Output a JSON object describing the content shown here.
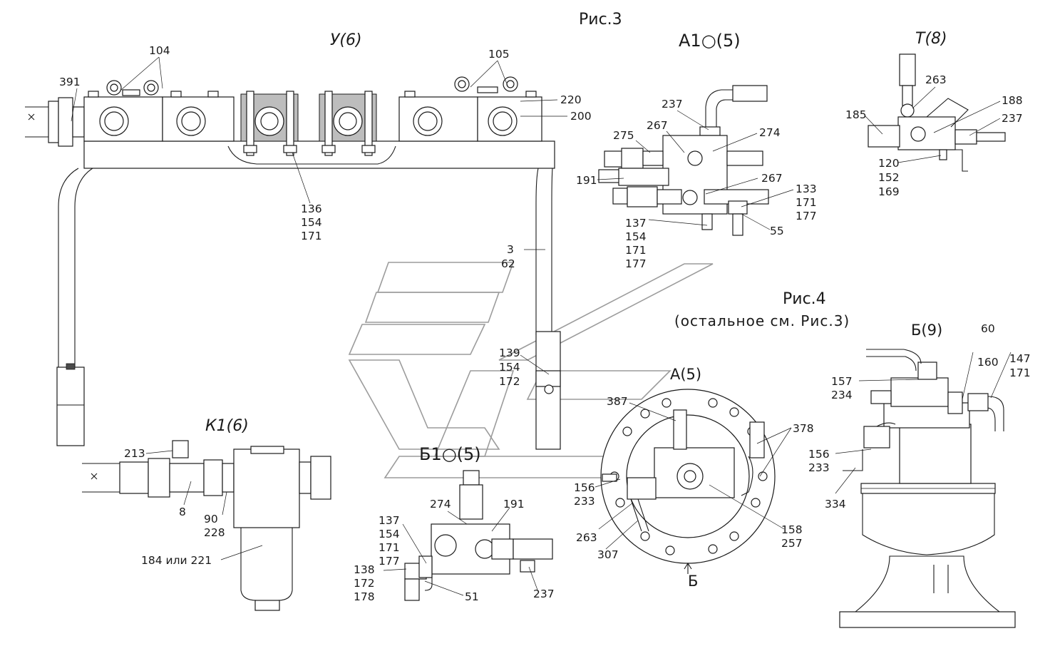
{
  "figure_titles": {
    "fig3": "Рис.3",
    "fig4": "Рис.4",
    "fig4_note": "(остальное см. Рис.3)"
  },
  "views": {
    "u6": "У(6)",
    "a1_5": "А1○(5)",
    "t8": "Т(8)",
    "k1_6": "К1(6)",
    "b1_5": "Б1○(5)",
    "a5": "А(5)",
    "b9": "Б(9)",
    "arrow_b": "Б"
  },
  "callouts": {
    "c391": "391",
    "c104": "104",
    "c105": "105",
    "c220": "220",
    "c200": "200",
    "c136": "136",
    "c154a": "154",
    "c171a": "171",
    "c3": "3",
    "c62": "62",
    "c139": "139",
    "c154b": "154",
    "c172a": "172",
    "c237a": "237",
    "c267a": "267",
    "c275": "275",
    "c274a": "274",
    "c191a": "191",
    "c267b": "267",
    "c133": "133",
    "c171b": "171",
    "c177a": "177",
    "c137a": "137",
    "c154c": "154",
    "c171c": "171",
    "c177b": "177",
    "c55": "55",
    "c263a": "263",
    "c188": "188",
    "c185": "185",
    "c237b": "237",
    "c120": "120",
    "c152": "152",
    "c169": "169",
    "c213": "213",
    "c8": "8",
    "c90": "90",
    "c228": "228",
    "c184": "184 или 221",
    "c274b": "274",
    "c191b": "191",
    "c137b": "137",
    "c154d": "154",
    "c171d": "171",
    "c177c": "177",
    "c138": "138",
    "c172b": "172",
    "c178": "178",
    "c51": "51",
    "c237c": "237",
    "c387": "387",
    "c378": "378",
    "c156a": "156",
    "c233a": "233",
    "c263b": "263",
    "c307": "307",
    "c158": "158",
    "c257": "257",
    "c60": "60",
    "c160": "160",
    "c147": "147",
    "c171e": "171",
    "c157": "157",
    "c234": "234",
    "c156b": "156",
    "c233b": "233",
    "c334": "334"
  }
}
